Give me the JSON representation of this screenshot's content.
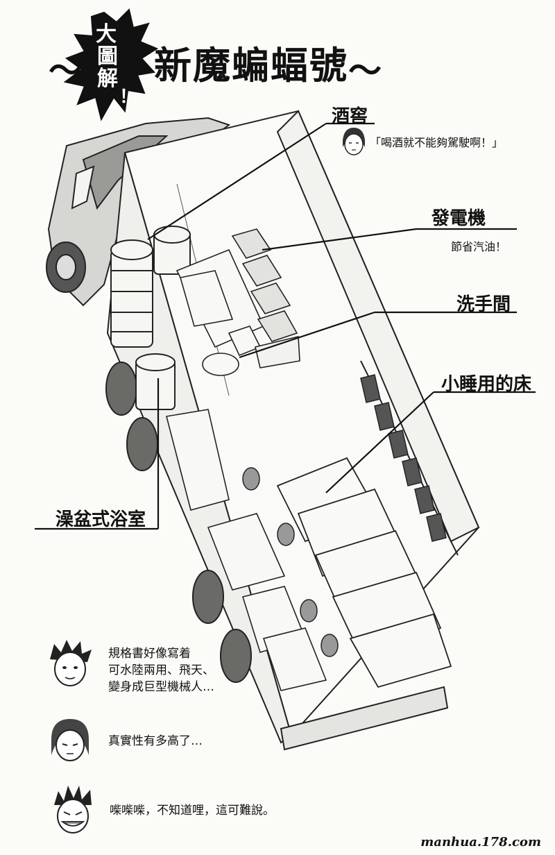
{
  "title": {
    "burst": [
      "大",
      "圖",
      "解",
      "！"
    ],
    "main": "新魔蝙蝠號",
    "tilde_left": "～",
    "tilde_right": "～"
  },
  "labels": {
    "wine_cellar": "酒窖",
    "wine_cellar_quote": "「喝酒就不能夠駕駛啊！」",
    "generator": "發電機",
    "generator_sub": "節省汽油！",
    "toilet": "洗手間",
    "nap_bed": "小睡用的床",
    "bathroom": "澡盆式浴室"
  },
  "comments": [
    {
      "lines": [
        "規格書好像寫着",
        "可水陸兩用、飛天、",
        "變身成巨型機械人…"
      ]
    },
    {
      "lines": [
        "真實性有多高了…"
      ]
    },
    {
      "lines": [
        "喍喍喍，不知道哩，這可難說。"
      ]
    }
  ],
  "footer": "manhua.178.com"
}
